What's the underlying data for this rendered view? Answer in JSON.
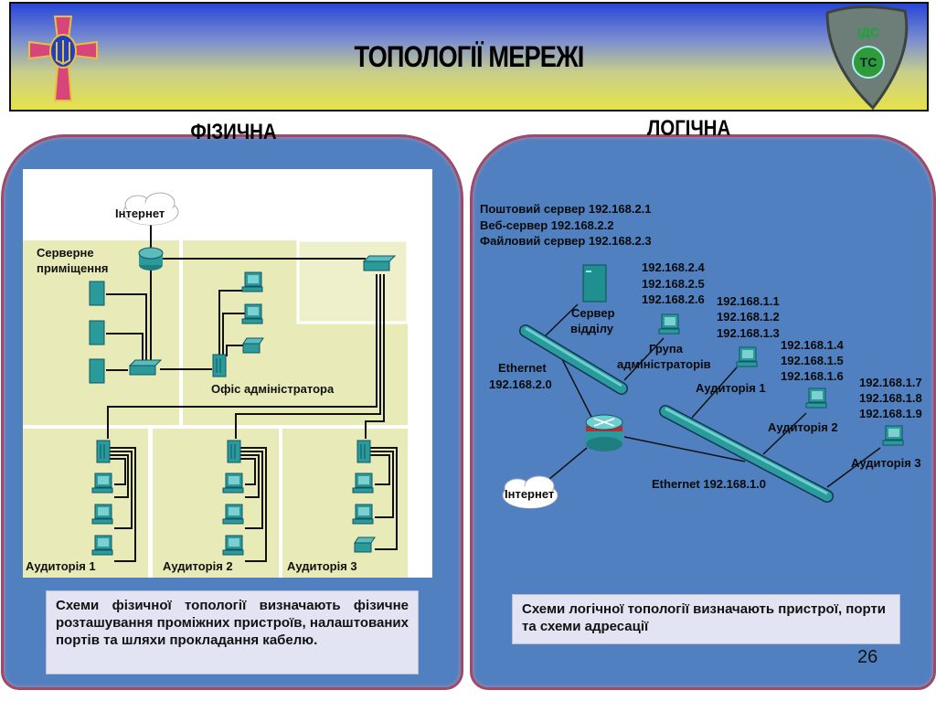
{
  "header": {
    "title": "ТОПОЛОГІЇ МЕРЕЖІ",
    "left_logo": "ukraine-armed-forces-emblem",
    "right_logo": "shield-emblem",
    "right_logo_text": "ІДС TC"
  },
  "physical": {
    "heading": "ФІЗИЧНА",
    "labels": {
      "internet": "Інтернет",
      "server_room_1": "Серверне",
      "server_room_2": "приміщення",
      "admin_office": "Офіс адміністратора",
      "room1": "Аудиторія 1",
      "room2": "Аудиторія 2",
      "room3": "Аудиторія 3"
    },
    "description": "Схеми фізичної топології визначають фізичне розташування проміжних пристроїв, налаштованих портів та шляхи прокладання кабелю."
  },
  "logical": {
    "heading": "ЛОГІЧНА",
    "servers": [
      "Поштовий сервер 192.168.2.1",
      "Веб-сервер 192.168.2.2",
      "Файловий сервер 192.168.2.3"
    ],
    "dept_server": [
      "Сервер",
      "відділу"
    ],
    "admin_ips": [
      "192.168.2.4",
      "192.168.2.5",
      "192.168.2.6"
    ],
    "admin_group": [
      "Група",
      "адміністраторів"
    ],
    "ethernet2": [
      "Ethernet",
      "192.168.2.0"
    ],
    "room1_ips": [
      "192.168.1.1",
      "192.168.1.2",
      "192.168.1.3"
    ],
    "room1": "Аудиторія 1",
    "room2_ips": [
      "192.168.1.4",
      "192.168.1.5",
      "192.168.1.6"
    ],
    "room2": "Аудиторія 2",
    "room3_ips": [
      "192.168.1.7",
      "192.168.1.8",
      "192.168.1.9"
    ],
    "room3": "Аудиторія 3",
    "ethernet1": "Ethernet 192.168.1.0",
    "internet": "Інтернет",
    "description": "Схеми логічної топології визначають пристрої, порти та схеми адресації"
  },
  "page_number": "26",
  "colors": {
    "panel": "#5080bf",
    "panel_border": "#a04a6a",
    "device": "#2a9a9a",
    "zone": "#e8ebb8"
  }
}
